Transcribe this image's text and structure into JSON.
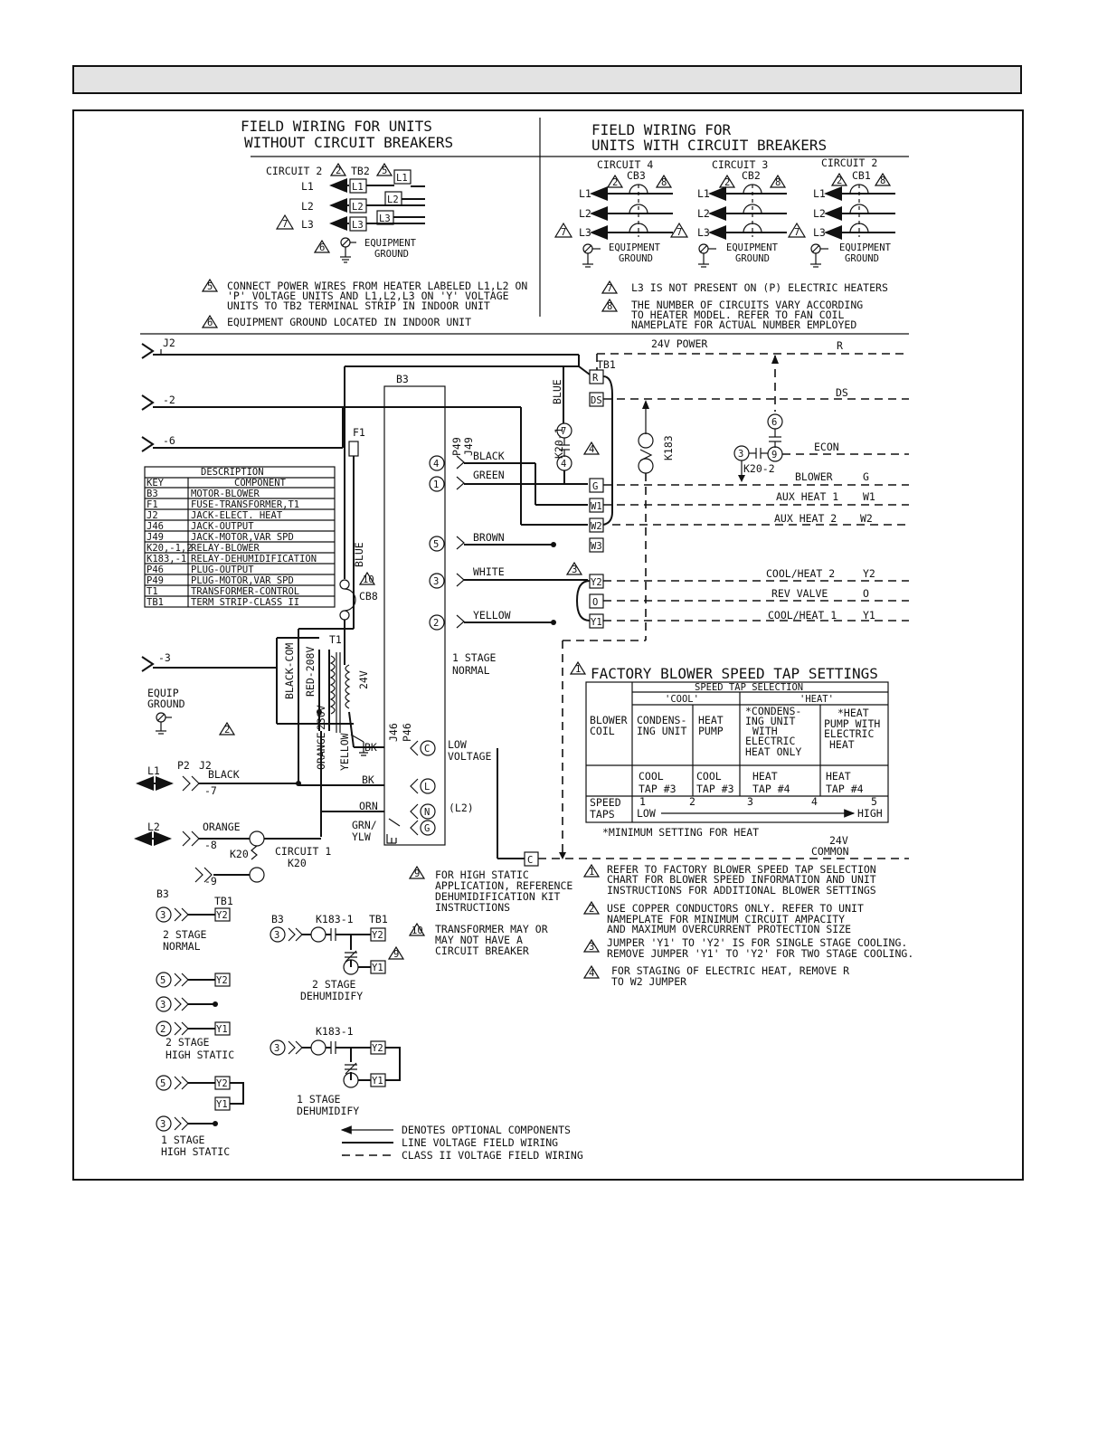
{
  "field_wiring": {
    "without_cb_title_1": "FIELD WIRING FOR  UNITS",
    "without_cb_title_2": "WITHOUT CIRCUIT BREAKERS",
    "with_cb_title_1": "FIELD WIRING FOR",
    "with_cb_title_2": "UNITS WITH CIRCUIT BREAKERS",
    "circuit_2": "CIRCUIT 2",
    "tb2": "TB2",
    "circuit_4": "CIRCUIT 4",
    "circuit_3": "CIRCUIT 3",
    "circuit_2b": "CIRCUIT 2",
    "cb3": "CB3",
    "cb2": "CB2",
    "cb1": "CB1",
    "l1": "L1",
    "l2": "L2",
    "l3": "L3",
    "equipment": "EQUIPMENT",
    "ground": "GROUND",
    "note5_l1": "CONNECT POWER WIRES FROM HEATER LABELED L1,L2 ON",
    "note5_l2": "'P' VOLTAGE UNITS AND L1,L2,L3 ON 'Y' VOLTAGE",
    "note5_l3": "UNITS TO TB2 TERMINAL STRIP IN INDOOR UNIT",
    "note6": "EQUIPMENT GROUND LOCATED IN INDOOR UNIT",
    "note7": "L3 IS NOT PRESENT ON (P) ELECTRIC HEATERS",
    "note8_l1": "THE NUMBER OF CIRCUITS VARY ACCORDING",
    "note8_l2": "TO HEATER MODEL. REFER TO FAN COIL",
    "note8_l3": "NAMEPLATE FOR ACTUAL NUMBER EMPLOYED"
  },
  "markers": {
    "n1": "1",
    "n2": "2",
    "n3": "3",
    "n4": "4",
    "n5": "5",
    "n6": "6",
    "n7": "7",
    "n8": "8",
    "n9": "9",
    "n10": "10"
  },
  "legend_table": {
    "title": "DESCRIPTION",
    "col_key": "KEY",
    "col_component": "COMPONENT",
    "rows": [
      {
        "key": "B3",
        "component": "MOTOR-BLOWER"
      },
      {
        "key": "F1",
        "component": "FUSE-TRANSFORMER,T1"
      },
      {
        "key": "J2",
        "component": "JACK-ELECT. HEAT"
      },
      {
        "key": "J46",
        "component": "JACK-OUTPUT"
      },
      {
        "key": "J49",
        "component": "JACK-MOTOR,VAR SPD"
      },
      {
        "key": "K20,-1,2",
        "component": "RELAY-BLOWER"
      },
      {
        "key": "K183,-1",
        "component": "RELAY-DEHUMIDIFICATION"
      },
      {
        "key": "P46",
        "component": "PLUG-OUTPUT"
      },
      {
        "key": "P49",
        "component": "PLUG-MOTOR,VAR SPD"
      },
      {
        "key": "T1",
        "component": "TRANSFORMER-CONTROL"
      },
      {
        "key": "TB1",
        "component": "TERM STRIP-CLASS II"
      }
    ]
  },
  "schematic": {
    "j2": "J2",
    "m2": "-2",
    "m6": "-6",
    "m3": "-3",
    "m7": "-7",
    "m8": "-8",
    "m9": "-9",
    "f1": "F1",
    "b3": "B3",
    "p49": "P49",
    "j49": "J49",
    "blue": "BLUE",
    "black": "BLACK",
    "green": "GREEN",
    "brown": "BROWN",
    "white": "WHITE",
    "yellow": "YELLOW",
    "orange": "ORANGE",
    "black_com": "BLACK-COM",
    "red_208": "RED-208V",
    "v230": "230V",
    "v24": "24V",
    "t1": "T1",
    "cb8": "CB8",
    "j46": "J46",
    "p46": "P46",
    "low_voltage_1": "LOW",
    "low_voltage_2": "VOLTAGE",
    "bk": "BK",
    "orn": "ORN",
    "grn_ylw_1": "GRN/",
    "grn_ylw_2": "YLW",
    "l2p": "(L2)",
    "c": "C",
    "lt": "L",
    "n": "N",
    "g": "G",
    "stage1_normal_1": "1 STAGE",
    "stage1_normal_2": "NORMAL",
    "equip_ground_1": "EQUIP",
    "equip_ground_2": "GROUND",
    "l1": "L1",
    "l2": "L2",
    "p2": "P2",
    "k20": "K20",
    "circuit1": "CIRCUIT 1",
    "k20b": "K20",
    "power_24v": "24V POWER",
    "r": "R",
    "tb1": "TB1",
    "term_r": "R",
    "term_ds": "DS",
    "term_g": "G",
    "term_w1": "W1",
    "term_w2": "W2",
    "term_w3": "W3",
    "term_y2": "Y2",
    "term_o": "O",
    "term_y1": "Y1",
    "term_c": "C",
    "k20_1": "K20-1",
    "k183": "K183",
    "k20_2": "K20-2",
    "ds": "DS",
    "econ": "ECON",
    "blower": "BLOWER",
    "g_out": "G",
    "aux1": "AUX HEAT 1",
    "w1_out": "W1",
    "aux2": "AUX HEAT 2",
    "w2_out": "W2",
    "cool2": "COOL/HEAT 2",
    "y2_out": "Y2",
    "rev": "REV VALVE",
    "o_out": "O",
    "cool1": "COOL/HEAT 1",
    "y1_out": "Y1",
    "common_1": "24V",
    "common_2": "COMMON"
  },
  "blower_table": {
    "title": "FACTORY BLOWER SPEED TAP SETTINGS",
    "speed_tap_selection": "SPEED TAP SELECTION",
    "cool": "'COOL'",
    "heat": "'HEAT'",
    "blower_coil_1": "BLOWER",
    "blower_coil_2": "COIL",
    "condensing_1": "CONDENS-",
    "condensing_2": "ING UNIT",
    "heat_pump_1": "HEAT",
    "heat_pump_2": "PUMP",
    "cond_elec_1": "*CONDENS-",
    "cond_elec_2": "ING UNIT",
    "cond_elec_3": "WITH",
    "cond_elec_4": "ELECTRIC",
    "cond_elec_5": "HEAT ONLY",
    "hp_elec_1": "*HEAT",
    "hp_elec_2": "PUMP WITH",
    "hp_elec_3": "ELECTRIC",
    "hp_elec_4": "HEAT",
    "v1a": "COOL",
    "v1b": "TAP #3",
    "v2a": "COOL",
    "v2b": "TAP #3",
    "v3a": "HEAT",
    "v3b": "TAP #4",
    "v4a": "HEAT",
    "v4b": "TAP #4",
    "speed_taps_1": "SPEED",
    "speed_taps_2": "TAPS",
    "t1": "1",
    "t2": "2",
    "t3": "3",
    "t4": "4",
    "t5": "5",
    "low": "LOW",
    "high": "HIGH",
    "footnote": "*MINIMUM SETTING FOR HEAT"
  },
  "bottom_notes": {
    "note1_l1": "REFER TO FACTORY BLOWER SPEED TAP SELECTION",
    "note1_l2": "CHART FOR BLOWER SPEED INFORMATION AND UNIT",
    "note1_l3": "INSTRUCTIONS FOR ADDITIONAL BLOWER SETTINGS",
    "note2_l1": "USE COPPER CONDUCTORS ONLY. REFER TO UNIT",
    "note2_l2": "NAMEPLATE FOR MINIMUM CIRCUIT AMPACITY",
    "note2_l3": "AND MAXIMUM OVERCURRENT PROTECTION SIZE",
    "note3_l1": "JUMPER 'Y1' TO 'Y2' IS FOR SINGLE STAGE COOLING.",
    "note3_l2": "REMOVE JUMPER 'Y1' TO 'Y2' FOR TWO STAGE COOLING.",
    "note4_l1": "FOR STAGING OF ELECTRIC HEAT, REMOVE R",
    "note4_l2": "TO W2 JUMPER",
    "note9_l1": "FOR HIGH STATIC",
    "note9_l2": "APPLICATION, REFERENCE",
    "note9_l3": "DEHUMIDIFICATION KIT",
    "note9_l4": "INSTRUCTIONS",
    "note10_l1": "TRANSFORMER MAY OR",
    "note10_l2": "MAY NOT HAVE A",
    "note10_l3": "CIRCUIT BREAKER"
  },
  "options": {
    "b3": "B3",
    "tb1": "TB1",
    "y2": "Y2",
    "y1": "Y1",
    "k183_1": "K183-1",
    "stage2_normal_1": "2 STAGE",
    "stage2_normal_2": "NORMAL",
    "stage2_hs_1": "2 STAGE",
    "stage2_hs_2": "HIGH STATIC",
    "stage1_hs_1": "1 STAGE",
    "stage1_hs_2": "HIGH STATIC",
    "stage2_dh_1": "2 STAGE",
    "stage2_dh_2": "DEHUMIDIFY",
    "stage1_dh_1": "1 STAGE",
    "stage1_dh_2": "DEHUMIDIFY"
  },
  "line_legend": {
    "optional": "DENOTES OPTIONAL COMPONENTS",
    "line_voltage": "LINE VOLTAGE FIELD WIRING",
    "class2": "CLASS II VOLTAGE FIELD WIRING"
  }
}
